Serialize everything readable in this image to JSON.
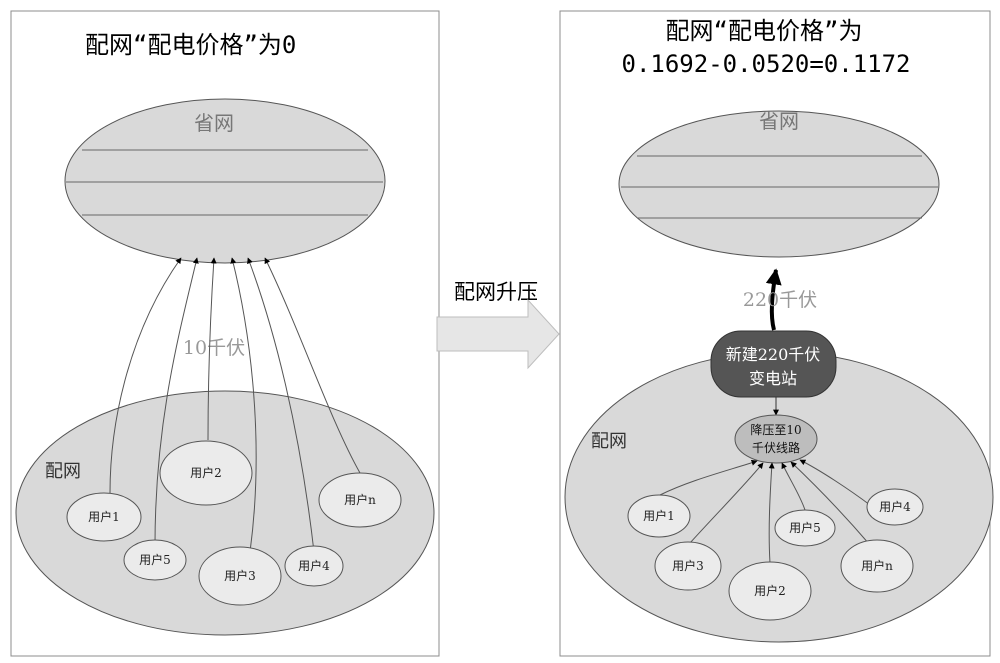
{
  "left_panel": {
    "title": "配网“配电价格”为0",
    "province_label": "省网",
    "distribution_label": "配网",
    "voltage_label": "10千伏",
    "users": [
      "用户1",
      "用户2",
      "用户3",
      "用户4",
      "用户5",
      "用户n"
    ]
  },
  "middle": {
    "arrow_label": "配网升压"
  },
  "right_panel": {
    "title_line1": "配网“配电价格”为",
    "title_line2": "0.1692-0.0520=0.1172",
    "province_label": "省网",
    "distribution_label": "配网",
    "voltage_label": "220千伏",
    "substation_line1": "新建220千伏",
    "substation_line2": "变电站",
    "stepdown_line1": "降压至10",
    "stepdown_line2": "千伏线路",
    "users": [
      "用户1",
      "用户2",
      "用户3",
      "用户4",
      "用户5",
      "用户n"
    ]
  },
  "colors": {
    "ellipse_fill": "#d9d9d9",
    "user_fill": "#ebebeb",
    "substation_fill": "#555555",
    "panel_border": "#8c8c8c"
  }
}
